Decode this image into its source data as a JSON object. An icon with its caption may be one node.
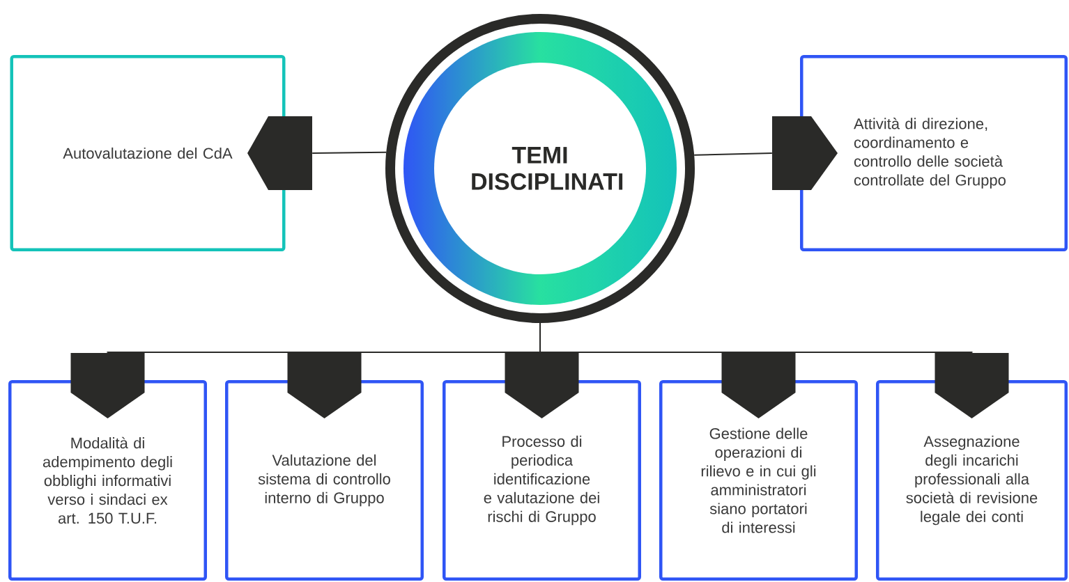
{
  "diagram": {
    "nodes": [
      {
        "text": [
          "TEMI DISCIPLINATI"
        ]
      },
      {
        "text": [
          "Autovalutazione del CdA"
        ]
      },
      {
        "text": [
          "Attività di direzione, coordinamento e controllo delle società controllate del Gruppo"
        ]
      },
      {
        "text": [
          "Modalità di adempimento degli obblighi informativi verso i sindaci ex art. 150 T.U.F."
        ]
      },
      {
        "text": [
          "Valutazione del sistema di controllo interno di Gruppo"
        ]
      },
      {
        "text": [
          "Processo di periodica identificazione e valutazione dei rischi di Gruppo"
        ]
      },
      {
        "text": [
          "Gestione delle operazioni di rilievo e in cui gli amministratori siano portatori di interessi"
        ]
      },
      {
        "text": [
          "Assegnazione degli incarichi professionali alla società di revisione legale dei conti"
        ]
      },
      {
        "text": [],
        "shape": "pentagon"
      },
      {
        "text": [],
        "shape": "pentagon"
      },
      {
        "text": [],
        "shape": "pentagon"
      },
      {
        "text": [],
        "shape": "pentagon"
      },
      {
        "text": [],
        "shape": "pentagon"
      },
      {
        "text": [],
        "shape": "pentagon"
      },
      {
        "text": [],
        "shape": "pentagon"
      }
    ],
    "edges": [
      {
        "from": 0,
        "to": 8,
        "arrow": "none"
      },
      {
        "from": 0,
        "to": 9,
        "arrow": "none"
      },
      {
        "from": 0,
        "to": 10,
        "arrow": "none"
      },
      {
        "from": 0,
        "to": 11,
        "arrow": "none"
      },
      {
        "from": 0,
        "to": 12,
        "arrow": "none"
      },
      {
        "from": 0,
        "to": 13,
        "arrow": "none"
      },
      {
        "from": 0,
        "to": 14,
        "arrow": "none"
      }
    ]
  }
}
